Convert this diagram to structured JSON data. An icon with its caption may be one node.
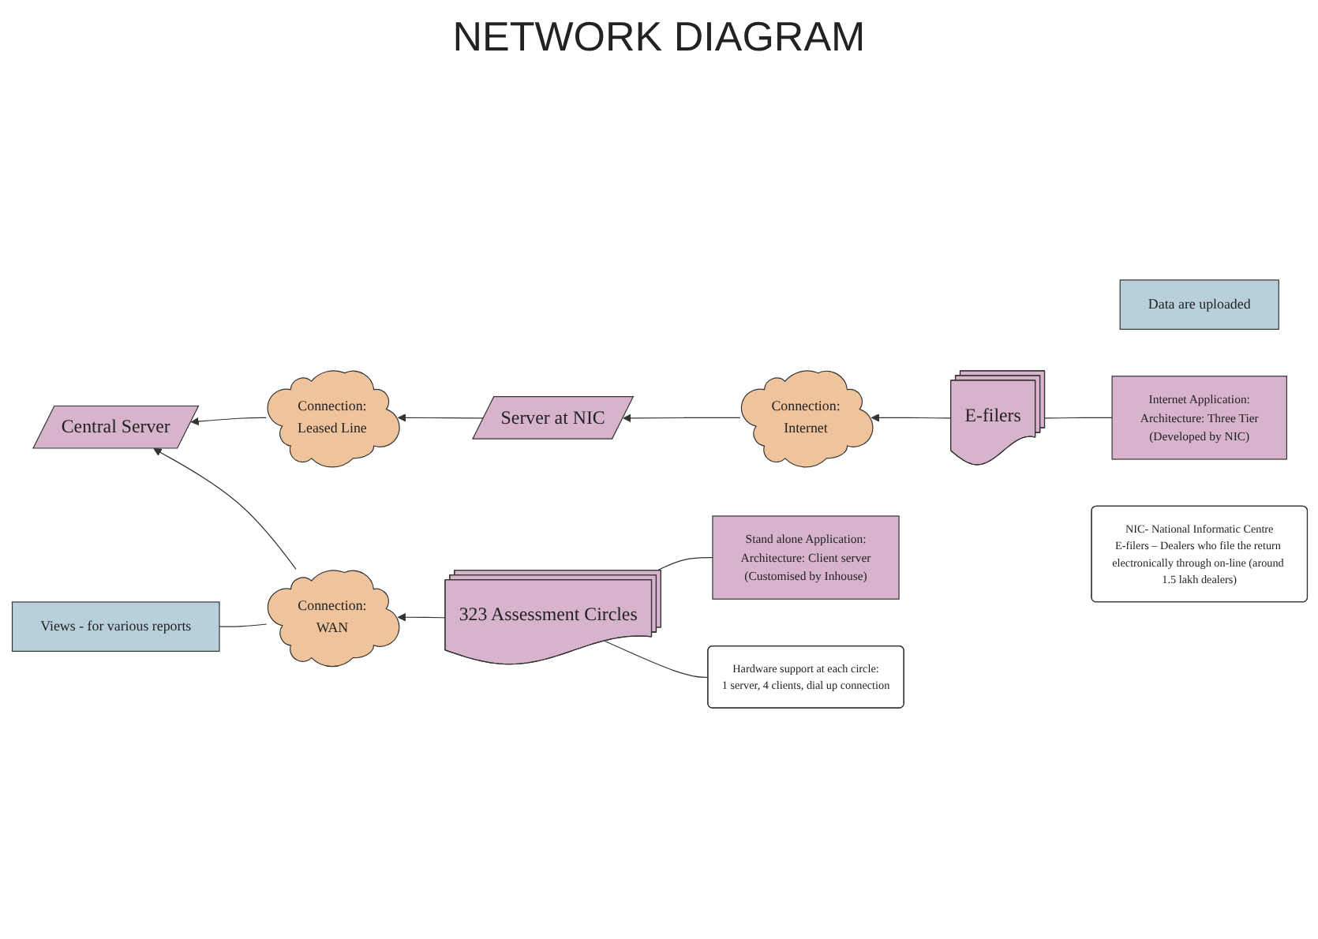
{
  "diagram": {
    "title": "NETWORK DIAGRAM",
    "nodes": [
      {
        "text": [
          "Central Server"
        ]
      },
      {
        "text": [
          "Data are uploaded"
        ]
      },
      {
        "text": [
          "Views - for various reports"
        ]
      },
      {
        "text": [
          "Hardware support at each circle:",
          "1 server, 4 clients, dial up connection"
        ]
      },
      {
        "text": [
          "323 Assessment Circles"
        ]
      },
      {
        "text": [
          "Stand alone Application:",
          "Architecture: Client server",
          "(Customised by Inhouse)"
        ]
      },
      {
        "text": [
          "Connection:",
          "WAN"
        ]
      },
      {
        "text": [
          "Connection:",
          "Leased Line"
        ]
      },
      {
        "text": [
          "Server at NIC"
        ]
      },
      {
        "text": [
          "Connection:",
          "Internet"
        ]
      },
      {
        "text": [
          "E-filers"
        ]
      },
      {
        "text": [
          "Internet Application:",
          "Architecture: Three Tier",
          "(Developed by NIC)"
        ]
      },
      {
        "text": [
          "NIC- National Informatic Centre",
          "E-filers – Dealers who file the return electronically through on-line (around 1.5 lakh dealers)"
        ]
      }
    ],
    "edges": [
      {
        "from": 4,
        "to": 6,
        "arrow": "to"
      },
      {
        "from": 6,
        "to": 0,
        "arrow": "to"
      },
      {
        "from": 6,
        "to": 2,
        "arrow": "none"
      },
      {
        "from": 7,
        "to": 0,
        "arrow": "to"
      },
      {
        "from": 8,
        "to": 7,
        "arrow": "to"
      },
      {
        "from": 9,
        "to": 8,
        "arrow": "to"
      },
      {
        "from": 10,
        "to": 9,
        "arrow": "to"
      },
      {
        "from": 3,
        "to": 4,
        "arrow": "none"
      },
      {
        "from": 5,
        "to": 4,
        "arrow": "none"
      },
      {
        "from": 11,
        "to": 10,
        "arrow": "none"
      }
    ]
  }
}
